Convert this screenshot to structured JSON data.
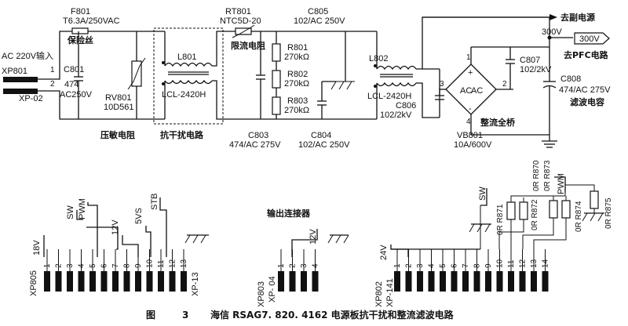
{
  "input": {
    "fuse_ref": "F801",
    "fuse_value": "T6.3A/250VAC",
    "fuse_name": "保险丝",
    "ac_label": "AC 220V输入",
    "conn_top": "XP801",
    "conn_bottom": "XP-02",
    "pin1": "1",
    "pin2": "2",
    "cap_ref": "C801",
    "cap_value": "474",
    "cap_volt": "AC250V",
    "varistor_ref": "RV801",
    "varistor_value": "10D561",
    "varistor_name": "压敏电阻"
  },
  "filter1": {
    "ref": "L801",
    "part": "LCL-2420H",
    "name": "抗干扰电路",
    "cap_ref": "C803",
    "cap_value": "474/AC 275V"
  },
  "ntc": {
    "ref": "RT801",
    "value": "NTC5D-20",
    "name": "限流电阻"
  },
  "divider": {
    "c805_ref": "C805",
    "c805_value": "102/AC 250V",
    "r801_ref": "R801",
    "r801_value": "270kΩ",
    "r802_ref": "R802",
    "r802_value": "270kΩ",
    "r803_ref": "R803",
    "r803_value": "270kΩ",
    "c804_ref": "C804",
    "c804_value": "102/AC 250V"
  },
  "filter2": {
    "ref": "L802",
    "part": "LCL-2420H",
    "c806_ref": "C806",
    "c806_value": "102/2kV"
  },
  "bridge": {
    "ref": "VB801",
    "value": "10A/600V",
    "name": "整流全桥",
    "ac": "AC",
    "plus": "+",
    "minus": "-",
    "pin1": "1",
    "pin2": "2",
    "pin3": "3",
    "pin4": "4"
  },
  "output": {
    "to_aux": "去副电源",
    "v300_label": "300V",
    "v300_arrow": "300V",
    "to_pfc": "去PFC电路",
    "c807_ref": "C807",
    "c807_value": "102/2kV",
    "c808_ref": "C808",
    "c808_value": "474/AC 275V",
    "c808_name": "滤波电容"
  },
  "conn_xp805": {
    "ref": "XP805",
    "part": "XP-13",
    "pins": [
      "1",
      "2",
      "3",
      "4",
      "5",
      "6",
      "7",
      "8",
      "9",
      "10",
      "11",
      "12",
      "13"
    ],
    "sig_18v": "18V",
    "sig_sw": "SW",
    "sig_pwm": "PWM",
    "sig_12v": "12V",
    "sig_5vs": "5VS",
    "sig_stb": "STB"
  },
  "conn_title": "输出连接器",
  "conn_xp803": {
    "ref": "XP803",
    "part": "XP- 04",
    "pins": [
      "1",
      "2",
      "3",
      "4"
    ],
    "sig_12v": "12V"
  },
  "conn_xp802": {
    "ref": "XP802",
    "part": "XP-141",
    "pins": [
      "1",
      "2",
      "3",
      "4",
      "5",
      "6",
      "7",
      "8",
      "9",
      "10",
      "11",
      "12",
      "13",
      "14"
    ],
    "sig_24v": "24V",
    "sig_sw": "SW",
    "sig_pwm": "PWM",
    "r870": "0R R870",
    "r871": "0R R871",
    "r872": "0R R872",
    "r873": "0R R873",
    "r874": "0R R874",
    "r875": "0R R875"
  },
  "caption": {
    "fig": "图",
    "num": "3",
    "text": "海信 RSAG7. 820. 4162 电源板抗干扰和整流滤波电路"
  }
}
